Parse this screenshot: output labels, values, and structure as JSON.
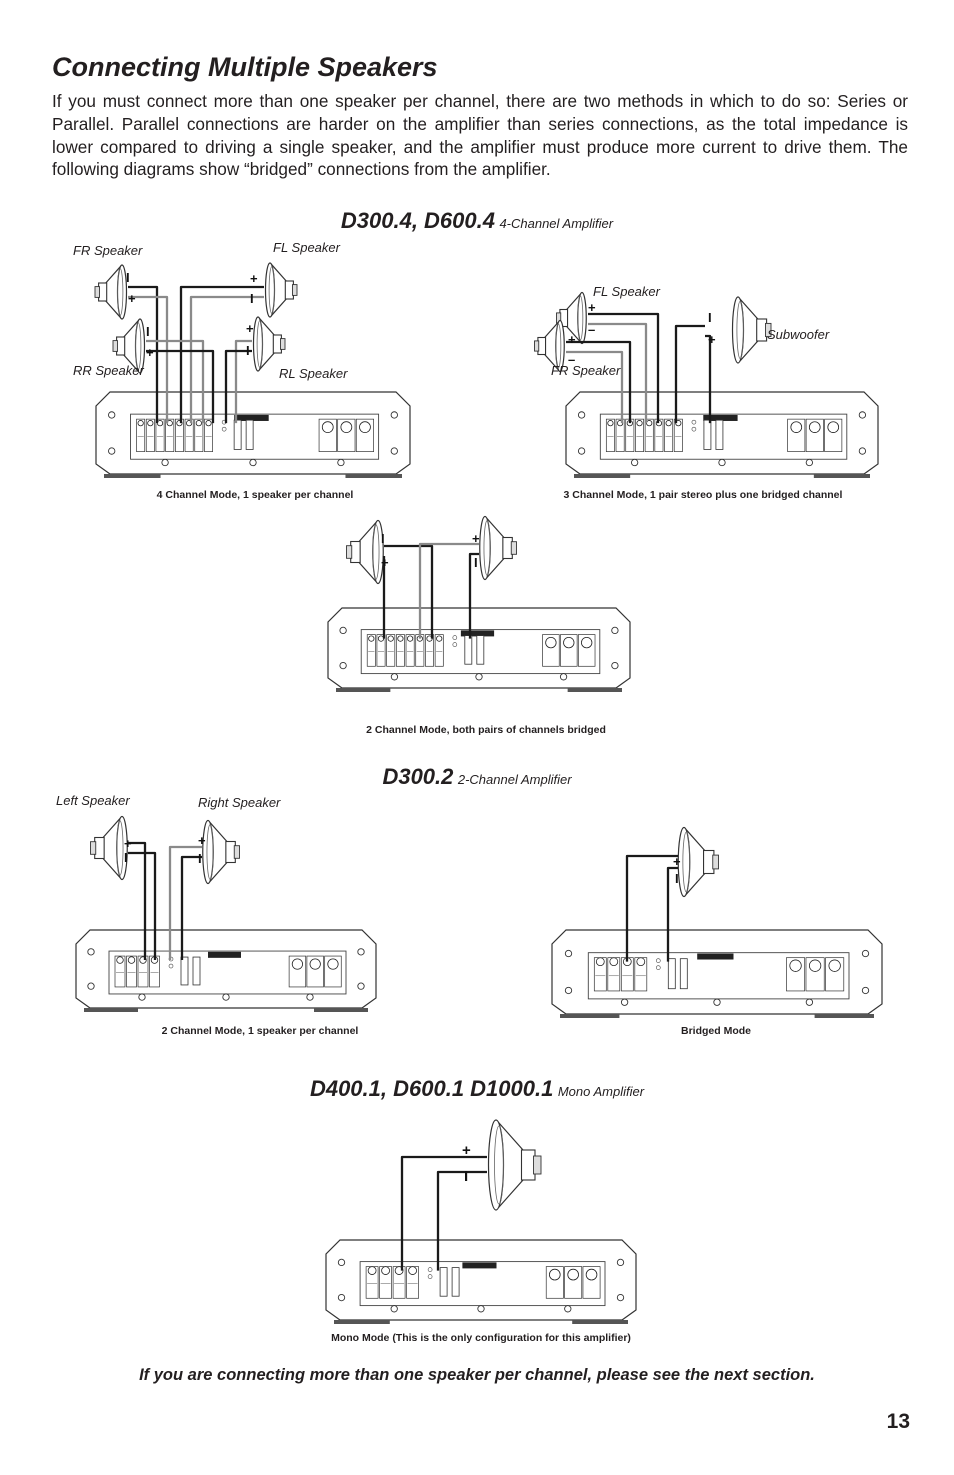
{
  "title": "Connecting Multiple Speakers",
  "intro": "If you must connect more than one speaker per channel, there are two methods in which to do so: Series or Parallel. Parallel connections are harder on the amplifier than series connections, as the total impedance is lower compared to driving a single speaker, and the amplifier must produce more current to drive them. The following diagrams show “bridged” connections from the amplifier.",
  "sections": {
    "four_channel": {
      "model": "D300.4, D600.4",
      "sub": "4-Channel Amplifier"
    },
    "two_channel": {
      "model": "D300.2",
      "sub": "2-Channel Amplifier"
    },
    "mono": {
      "model": "D400.1, D600.1 D1000.1",
      "sub": "Mono Amplifier"
    }
  },
  "labels": {
    "fr_speaker": "FR Speaker",
    "fl_speaker": "FL Speaker",
    "rr_speaker": "RR Speaker",
    "rl_speaker": "RL Speaker",
    "fl_speaker_b": "FL Speaker",
    "fr_speaker_b": "FR Speaker",
    "subwoofer": "Subwoofer",
    "left_speaker": "Left Speaker",
    "right_speaker": "Right Speaker"
  },
  "captions": {
    "four_ch_mode": "4 Channel Mode, 1 speaker per channel",
    "three_ch_mode": "3 Channel Mode, 1 pair stereo plus one bridged channel",
    "two_ch_bridged": "2 Channel Mode, both pairs of channels bridged",
    "two_ch_mode": "2 Channel Mode, 1 speaker per channel",
    "bridged_mode": "Bridged Mode",
    "mono_mode": "Mono Mode (This is the only configuration for this amplifier)"
  },
  "footer_note": "If you are connecting more than one speaker per channel, please see the next section.",
  "page_number": "13"
}
